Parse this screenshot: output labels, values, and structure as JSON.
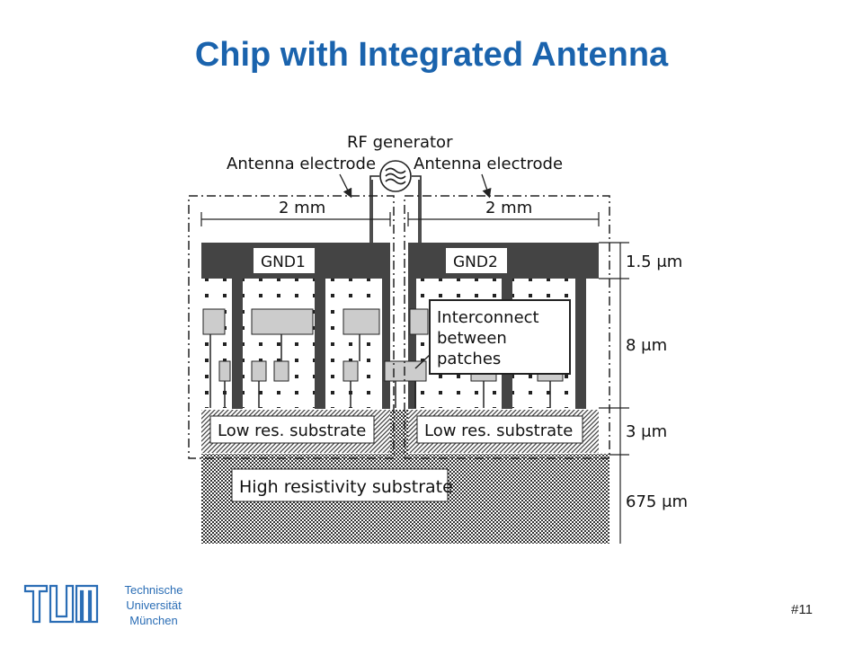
{
  "title": "Chip with Integrated Antenna",
  "diagram": {
    "rf_generator": "RF generator",
    "antenna_electrode_left": "Antenna electrode",
    "antenna_electrode_right": "Antenna electrode",
    "width_left": "2 mm",
    "width_right": "2 mm",
    "gnd1": "GND1",
    "gnd2": "GND2",
    "interconnect": [
      "Interconnect",
      "between",
      "patches"
    ],
    "low_res_left": "Low res. substrate",
    "low_res_right": "Low res. substrate",
    "high_res": "High resistivity substrate",
    "thickness": [
      "1.5 μm",
      "8 μm",
      "3 μm",
      "675 μm"
    ]
  },
  "footer": {
    "university": [
      "Technische",
      "Universität",
      "München"
    ],
    "page_number": "#11"
  },
  "colors": {
    "title": "#1a63ad",
    "logo": "#2a6db5",
    "ground_plane": "#444444"
  }
}
